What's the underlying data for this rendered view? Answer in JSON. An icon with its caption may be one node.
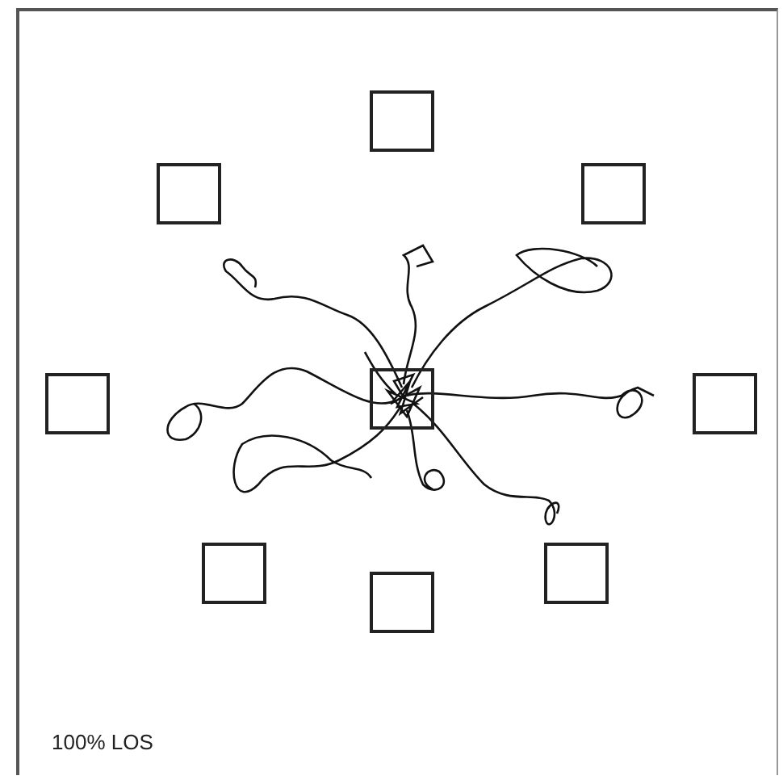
{
  "diagram": {
    "nodes": [
      {
        "text": [],
        "shape": "box"
      },
      {
        "text": [],
        "shape": "box"
      },
      {
        "text": [],
        "shape": "box"
      },
      {
        "text": [],
        "shape": "box"
      },
      {
        "text": [],
        "shape": "box"
      },
      {
        "text": [],
        "shape": "box"
      },
      {
        "text": [],
        "shape": "box"
      },
      {
        "text": [],
        "shape": "box"
      },
      {
        "text": [],
        "shape": "box"
      }
    ],
    "labels": [
      "100% LOS"
    ]
  }
}
